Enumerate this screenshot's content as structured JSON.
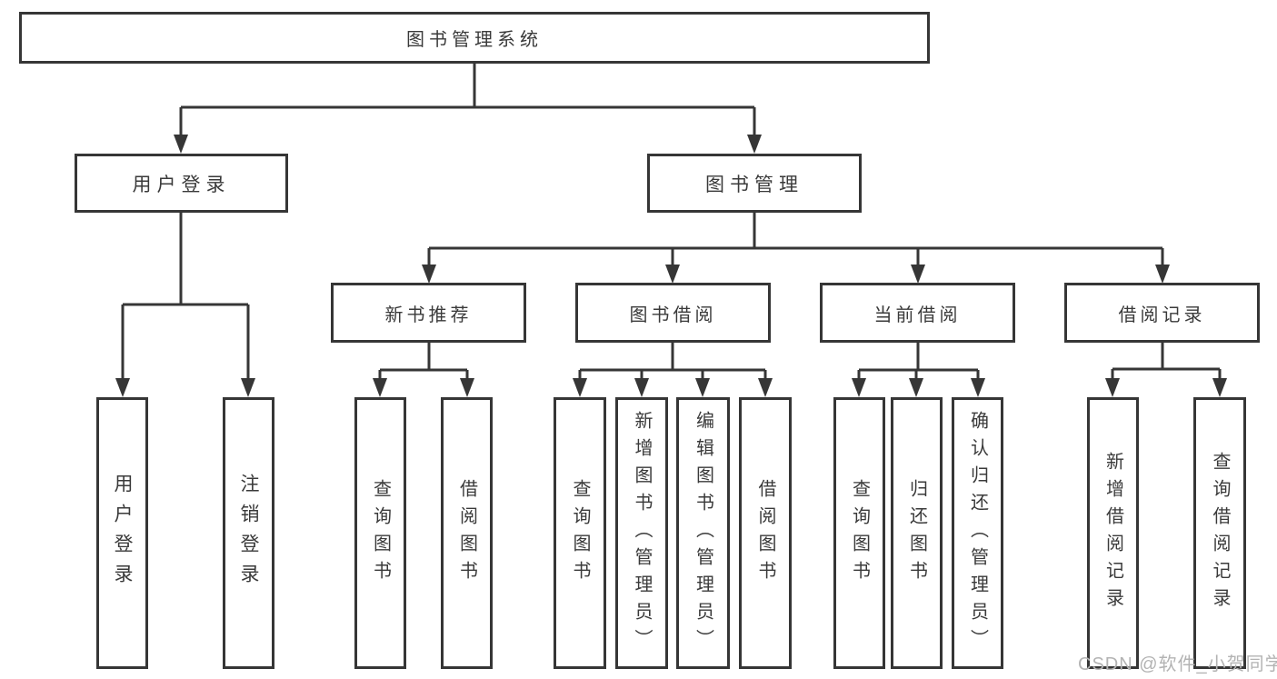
{
  "colors": {
    "line": "#363636",
    "box_border": "#363636",
    "text": "#3a3a3a",
    "watermark": "#b3b3b3",
    "background": "#ffffff"
  },
  "watermark": "CSDN @软件_小贺同学",
  "diagram": {
    "root": {
      "label": "图书管理系统"
    },
    "branches": [
      {
        "label": "用户登录",
        "leaves": [
          "用户登录",
          "注销登录"
        ]
      },
      {
        "label": "图书管理",
        "sections": [
          {
            "label": "新书推荐",
            "leaves": [
              "查询图书",
              "借阅图书"
            ]
          },
          {
            "label": "图书借阅",
            "leaves": [
              "查询图书",
              "新增图书（管理员）",
              "编辑图书（管理员）",
              "借阅图书"
            ]
          },
          {
            "label": "当前借阅",
            "leaves": [
              "查询图书",
              "归还图书",
              "确认归还（管理员）"
            ]
          },
          {
            "label": "借阅记录",
            "leaves": [
              "新增借阅记录",
              "查询借阅记录"
            ]
          }
        ]
      }
    ]
  }
}
